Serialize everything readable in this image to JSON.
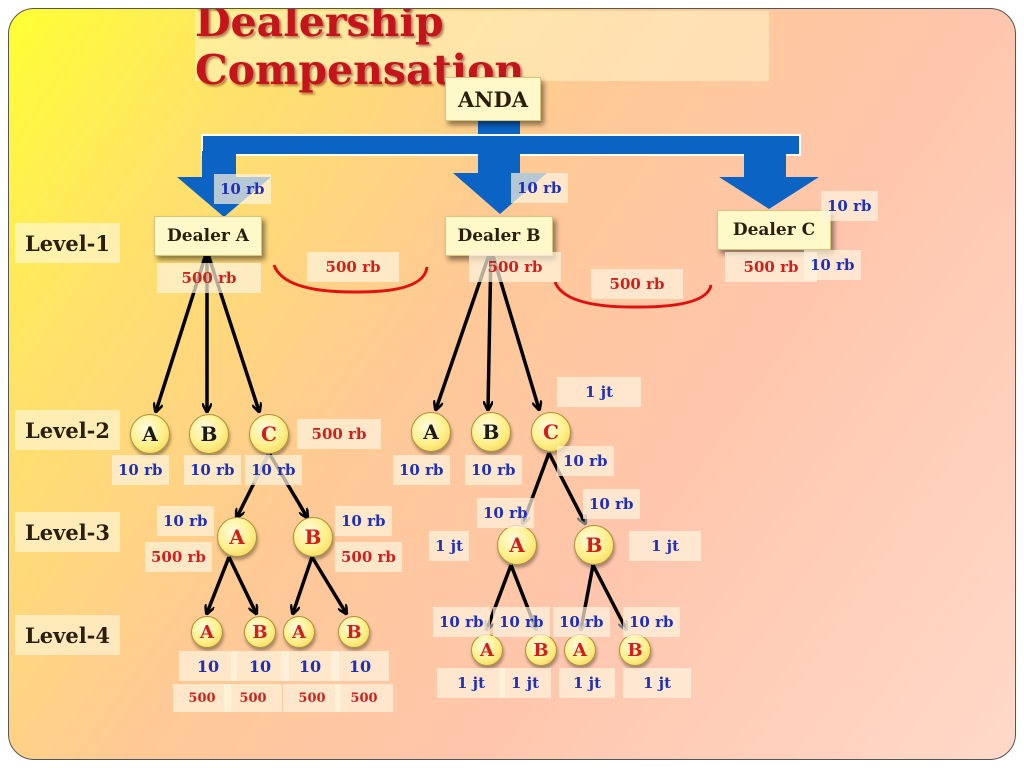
{
  "title": "Dealership Compensation",
  "root": "ANDA",
  "levels": [
    "Level-1",
    "Level-2",
    "Level-3",
    "Level-4"
  ],
  "dealers": {
    "a": "Dealer A",
    "b": "Dealer B",
    "c": "Dealer C"
  },
  "nodes": {
    "a": "A",
    "b": "B",
    "c": "C"
  },
  "amounts": {
    "ten_rb": "10 rb",
    "five_hundred_rb": "500 rb",
    "one_jt": "1 jt",
    "ten": "10",
    "five_hundred": "500"
  },
  "colors": {
    "arrow_blue": "#0b63c4",
    "bracket_red": "#e01010",
    "title_red": "#c4151c"
  }
}
